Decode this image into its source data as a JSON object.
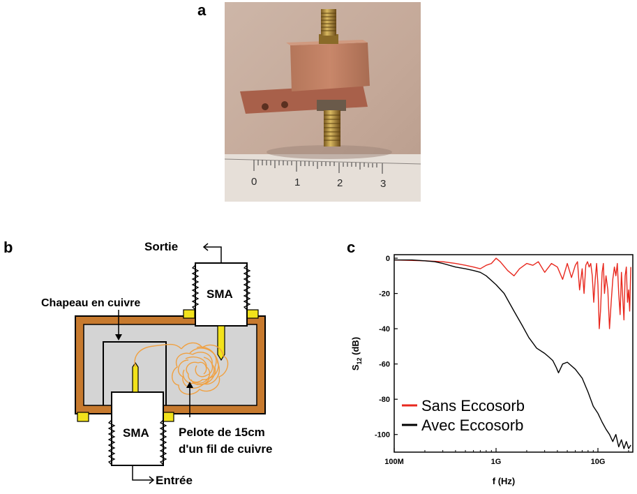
{
  "panels": {
    "a": "a",
    "b": "b",
    "c": "c"
  },
  "photo": {
    "ruler_numbers": [
      "0",
      "1",
      "2",
      "3"
    ]
  },
  "diagram": {
    "sortie": "Sortie",
    "entree": "Entrée",
    "sma_top": "SMA",
    "sma_bottom": "SMA",
    "chapeau": "Chapeau en cuivre",
    "pelote_line1": "Pelote de 15cm",
    "pelote_line2": "d'un fil de cuivre"
  },
  "colors": {
    "sans_eccosorb": "#e8281e",
    "avec_eccosorb": "#000000",
    "copper": "#c77a2e",
    "box_fill": "#d4d4d4",
    "connector_yellow": "#f2e21b",
    "wire": "#f0a040"
  },
  "chart_data": {
    "type": "line",
    "xscale": "log",
    "xlabel": "f (Hz)",
    "ylabel": "S12 (dB)",
    "ylabel_main": "S",
    "ylabel_sub": "12",
    "ylabel_unit": " (dB)",
    "xlim": [
      100000000.0,
      22000000000.0
    ],
    "ylim": [
      -110,
      2
    ],
    "xticks": [
      {
        "value": 100000000.0,
        "label": "100M"
      },
      {
        "value": 1000000000.0,
        "label": "1G"
      },
      {
        "value": 10000000000.0,
        "label": "10G"
      }
    ],
    "yticks": [
      {
        "value": 0,
        "label": "0"
      },
      {
        "value": -20,
        "label": "-20"
      },
      {
        "value": -40,
        "label": "-40"
      },
      {
        "value": -60,
        "label": "-60"
      },
      {
        "value": -80,
        "label": "-80"
      },
      {
        "value": -100,
        "label": "-100"
      }
    ],
    "legend_position": "bottom-left",
    "series": [
      {
        "name": "Sans Eccosorb",
        "color": "#e8281e",
        "x": [
          100000000.0,
          200000000.0,
          300000000.0,
          400000000.0,
          500000000.0,
          600000000.0,
          700000000.0,
          800000000.0,
          900000000.0,
          1000000000.0,
          1100000000.0,
          1300000000.0,
          1500000000.0,
          1700000000.0,
          2000000000.0,
          2300000000.0,
          2600000000.0,
          3000000000.0,
          3500000000.0,
          4000000000.0,
          4500000000.0,
          5000000000.0,
          5500000000.0,
          6000000000.0,
          6300000000.0,
          6600000000.0,
          7000000000.0,
          7300000000.0,
          7600000000.0,
          7900000000.0,
          8200000000.0,
          8500000000.0,
          8800000000.0,
          9100000000.0,
          9400000000.0,
          9700000000.0,
          10000000000.0,
          10300000000.0,
          10600000000.0,
          11000000000.0,
          11300000000.0,
          11600000000.0,
          12000000000.0,
          12500000000.0,
          13000000000.0,
          13500000000.0,
          14000000000.0,
          14500000000.0,
          15000000000.0,
          15500000000.0,
          16000000000.0,
          16500000000.0,
          17000000000.0,
          17500000000.0,
          18000000000.0,
          18500000000.0,
          19000000000.0,
          19500000000.0,
          20000000000.0,
          20500000000.0,
          21000000000.0
        ],
        "y": [
          -1,
          -1.5,
          -2,
          -3,
          -4,
          -5,
          -6,
          -4,
          -3,
          0,
          -2,
          -7,
          -10,
          -6,
          -3,
          -4,
          -2,
          -8,
          -3,
          -5,
          -12,
          -3,
          -11,
          -4,
          -2,
          -18,
          -6,
          -20,
          -4,
          -2,
          -5,
          -3,
          -10,
          -25,
          -12,
          -3,
          -15,
          -40,
          -30,
          -8,
          -3,
          -20,
          -10,
          -18,
          -40,
          -25,
          -12,
          -5,
          -10,
          -3,
          -20,
          -32,
          -8,
          -22,
          -35,
          -10,
          -5,
          -25,
          -18,
          -30,
          -5
        ]
      },
      {
        "name": "Avec Eccosorb",
        "color": "#000000",
        "x": [
          100000000.0,
          150000000.0,
          200000000.0,
          250000000.0,
          300000000.0,
          400000000.0,
          500000000.0,
          600000000.0,
          700000000.0,
          800000000.0,
          1000000000.0,
          1200000000.0,
          1500000000.0,
          1800000000.0,
          2100000000.0,
          2500000000.0,
          3000000000.0,
          3300000000.0,
          3600000000.0,
          3900000000.0,
          4100000000.0,
          4500000000.0,
          5000000000.0,
          6000000000.0,
          7000000000.0,
          8000000000.0,
          9000000000.0,
          10000000000.0,
          11000000000.0,
          12000000000.0,
          13000000000.0,
          14000000000.0,
          15000000000.0,
          16000000000.0,
          17000000000.0,
          18000000000.0,
          19000000000.0,
          20000000000.0,
          21000000000.0
        ],
        "y": [
          -1,
          -1,
          -1.5,
          -2,
          -3,
          -5,
          -6,
          -7,
          -8,
          -10,
          -15,
          -20,
          -30,
          -38,
          -45,
          -51,
          -54,
          -56,
          -58,
          -62,
          -65,
          -60,
          -59,
          -63,
          -68,
          -76,
          -84,
          -88,
          -93,
          -97,
          -100,
          -104,
          -100,
          -107,
          -103,
          -108,
          -104,
          -108,
          -106
        ]
      }
    ]
  }
}
